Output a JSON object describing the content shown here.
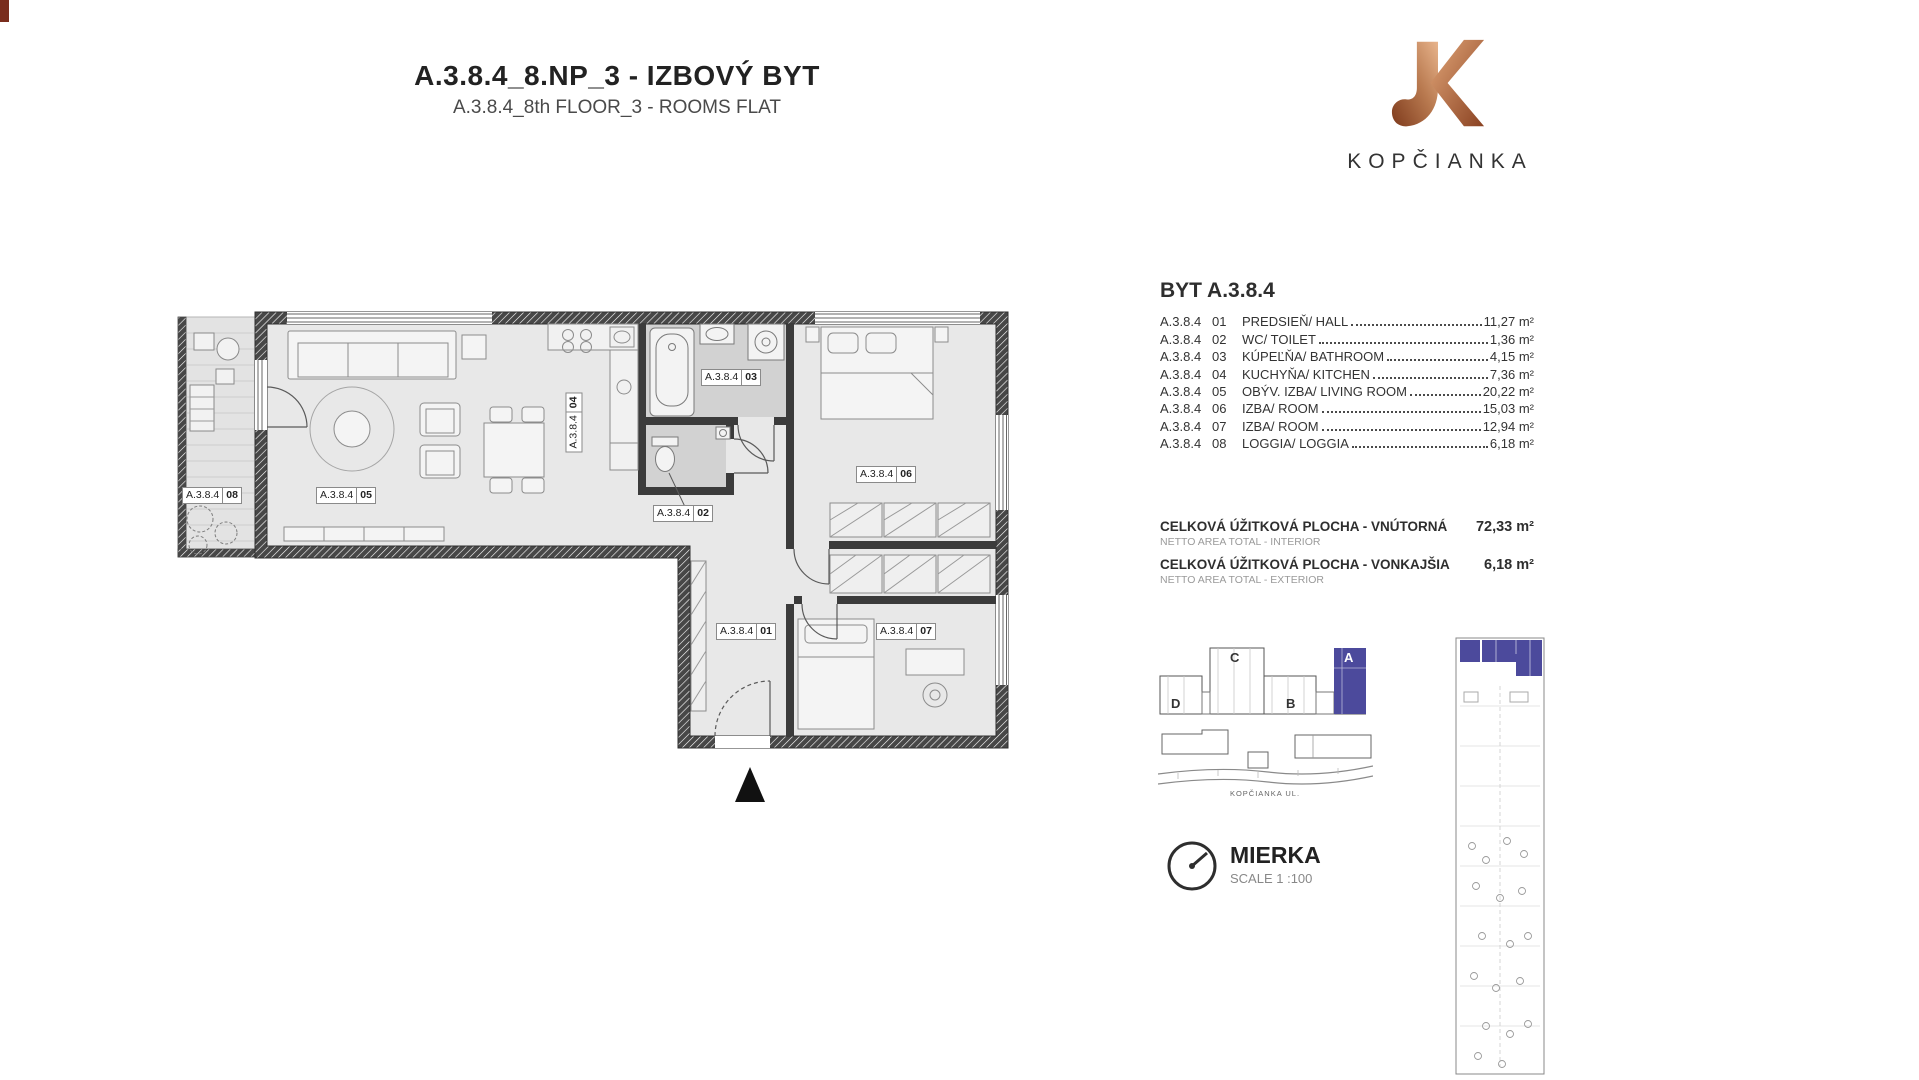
{
  "header": {
    "title": "A.3.8.4_8.NP_3 - IZBOVÝ BYT",
    "subtitle": "A.3.8.4_8th FLOOR_3 - ROOMS FLAT"
  },
  "brand": {
    "name": "KOPČIANKA",
    "logo_icon": "kopcianka-k-monogram",
    "copper_dark": "#8a4222",
    "copper_light": "#dfa77c"
  },
  "unit_summary": {
    "heading": "BYT A.3.8.4",
    "rooms": [
      {
        "code": "A.3.8.4",
        "num": "01",
        "name": "PREDSIEŇ/ HALL",
        "area": "11,27 m²"
      },
      {
        "code": "A.3.8.4",
        "num": "02",
        "name": "WC/ TOILET",
        "area": "1,36 m²"
      },
      {
        "code": "A.3.8.4",
        "num": "03",
        "name": "KÚPEĽŇA/ BATHROOM",
        "area": "4,15 m²"
      },
      {
        "code": "A.3.8.4",
        "num": "04",
        "name": "KUCHYŇA/ KITCHEN",
        "area": "7,36 m²"
      },
      {
        "code": "A.3.8.4",
        "num": "05",
        "name": "OBÝV. IZBA/ LIVING ROOM",
        "area": "20,22 m²"
      },
      {
        "code": "A.3.8.4",
        "num": "06",
        "name": "IZBA/ ROOM",
        "area": "15,03 m²"
      },
      {
        "code": "A.3.8.4",
        "num": "07",
        "name": "IZBA/ ROOM",
        "area": "12,94 m²"
      },
      {
        "code": "A.3.8.4",
        "num": "08",
        "name": "LOGGIA/ LOGGIA",
        "area": "6,18 m²"
      }
    ],
    "totals": [
      {
        "label_sk": "CELKOVÁ ÚŽITKOVÁ PLOCHA - VNÚTORNÁ",
        "label_en": "NETTO AREA TOTAL - INTERIOR",
        "value": "72,33 m²"
      },
      {
        "label_sk": "CELKOVÁ ÚŽITKOVÁ PLOCHA - VONKAJŠIA",
        "label_en": "NETTO AREA TOTAL - EXTERIOR",
        "value": "6,18 m²"
      }
    ]
  },
  "plan": {
    "labels": [
      {
        "code": "A.3.8.4",
        "num": "01"
      },
      {
        "code": "A.3.8.4",
        "num": "02"
      },
      {
        "code": "A.3.8.4",
        "num": "03"
      },
      {
        "code": "A.3.8.4",
        "num": "04"
      },
      {
        "code": "A.3.8.4",
        "num": "05"
      },
      {
        "code": "A.3.8.4",
        "num": "06"
      },
      {
        "code": "A.3.8.4",
        "num": "07"
      },
      {
        "code": "A.3.8.4",
        "num": "08"
      }
    ],
    "north_icon": "north-arrow"
  },
  "locator": {
    "blocks": [
      "D",
      "C",
      "B",
      "A"
    ],
    "highlighted_block": "A",
    "accent": "#4c4a9c",
    "street": "KOPČIANKA UL."
  },
  "scale_block": {
    "title": "MIERKA",
    "subtitle": "SCALE 1 :100"
  }
}
